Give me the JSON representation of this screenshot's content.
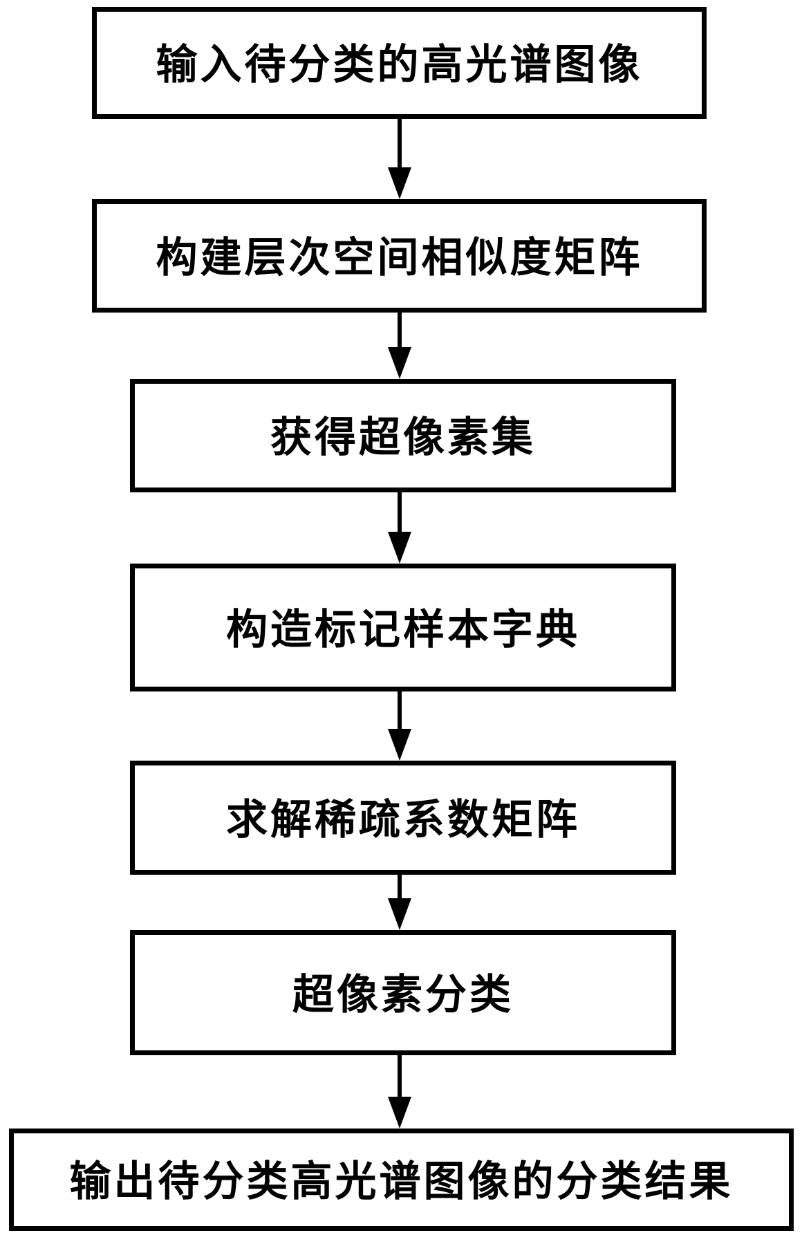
{
  "figure": {
    "type": "flowchart",
    "direction": "top-down",
    "background_color": "#ffffff",
    "box_border_color": "#000000",
    "text_color": "#000000",
    "arrow_color": "#000000",
    "steps": [
      {
        "id": 1,
        "label": "输入待分类的高光谱图像"
      },
      {
        "id": 2,
        "label": "构建层次空间相似度矩阵"
      },
      {
        "id": 3,
        "label": "获得超像素集"
      },
      {
        "id": 4,
        "label": "构造标记样本字典"
      },
      {
        "id": 5,
        "label": "求解稀疏系数矩阵"
      },
      {
        "id": 6,
        "label": "超像素分类"
      },
      {
        "id": 7,
        "label": "输出待分类高光谱图像的分类结果"
      }
    ]
  }
}
